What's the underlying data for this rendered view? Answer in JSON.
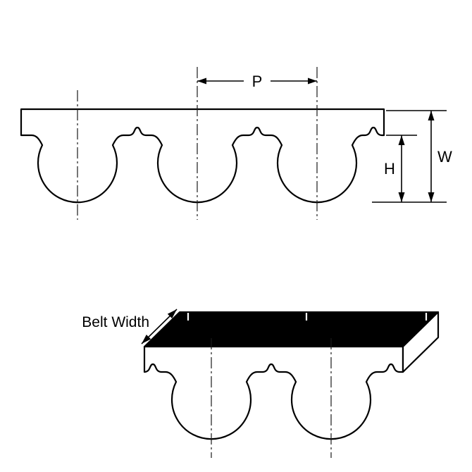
{
  "diagram": {
    "type": "technical-drawing",
    "subject": "timing belt tooth profile and belt segment",
    "background": "#ffffff",
    "line_color": "#000000",
    "belt_fill": "#ffffff",
    "top_surface_fill": "#000000",
    "labels": {
      "pitch": "P",
      "overall_width": "W",
      "tooth_height": "H",
      "belt_width": "Belt Width"
    }
  }
}
